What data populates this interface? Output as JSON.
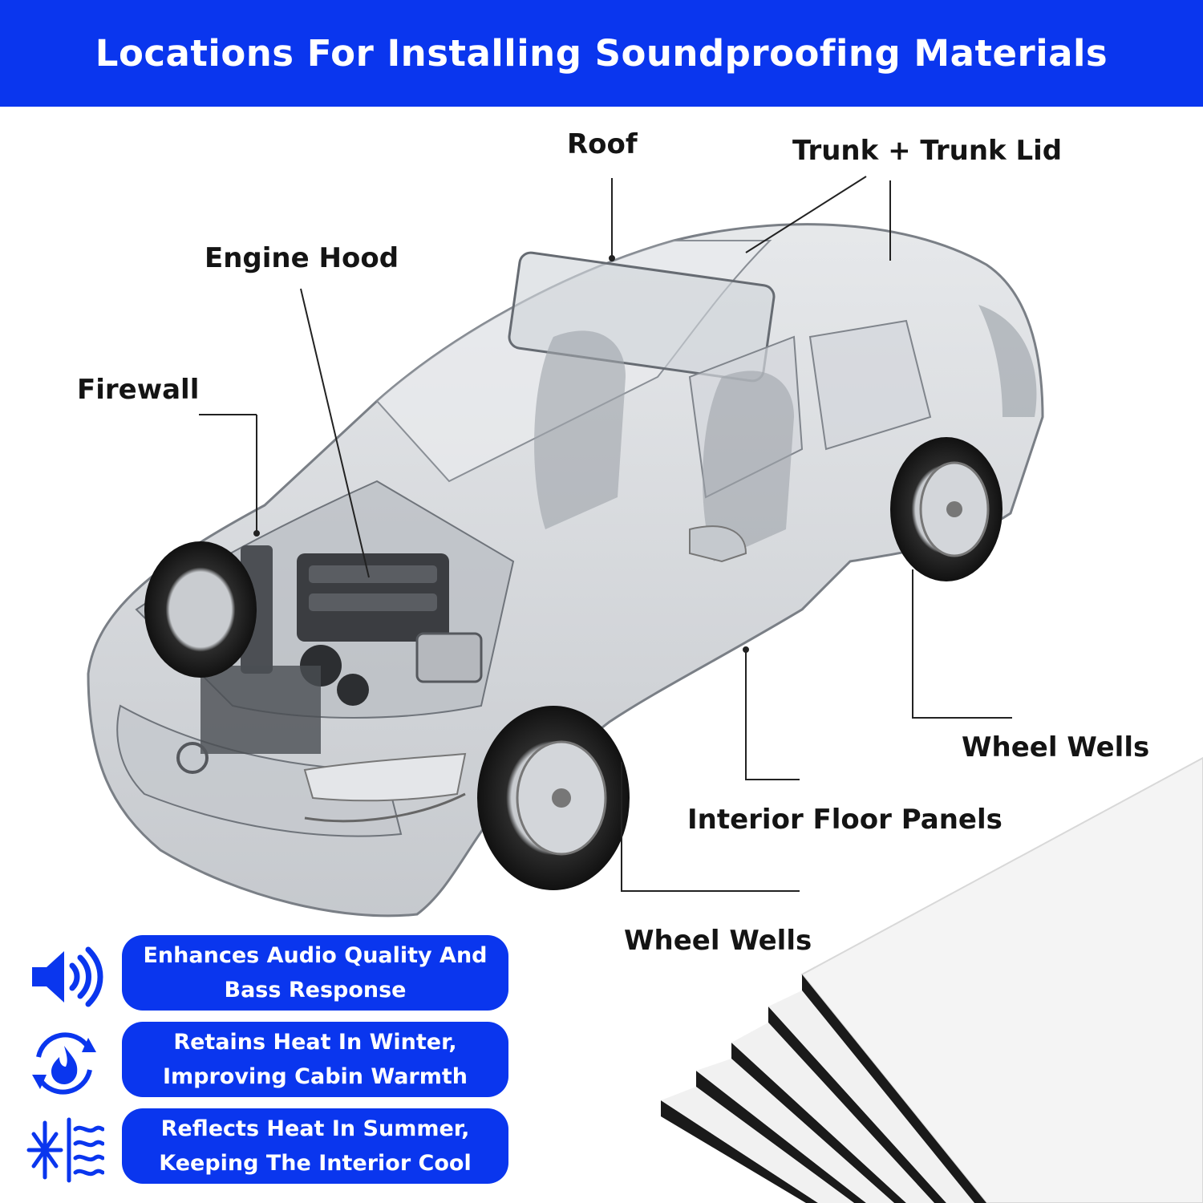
{
  "header": {
    "title": "Locations For Installing Soundproofing Materials"
  },
  "callouts": {
    "roof": "Roof",
    "trunk": "Trunk + Trunk Lid",
    "engine_hood": "Engine Hood",
    "firewall": "Firewall",
    "wheel_wells_rear": "Wheel Wells",
    "interior_floor": "Interior Floor Panels",
    "wheel_wells_front": "Wheel Wells"
  },
  "features": [
    {
      "icon": "speaker-icon",
      "line1": "Enhances Audio Quality And",
      "line2": "Bass Response"
    },
    {
      "icon": "heat-cycle-icon",
      "line1": "Retains Heat In Winter,",
      "line2": "Improving Cabin Warmth"
    },
    {
      "icon": "snow-heat-icon",
      "line1": "Reflects Heat In Summer,",
      "line2": "Keeping The Interior Cool"
    }
  ],
  "colors": {
    "brand_blue": "#0a36ee",
    "text_dark": "#141414",
    "car_gray": "#8a8f96",
    "foam_black": "#1a1a1a"
  }
}
